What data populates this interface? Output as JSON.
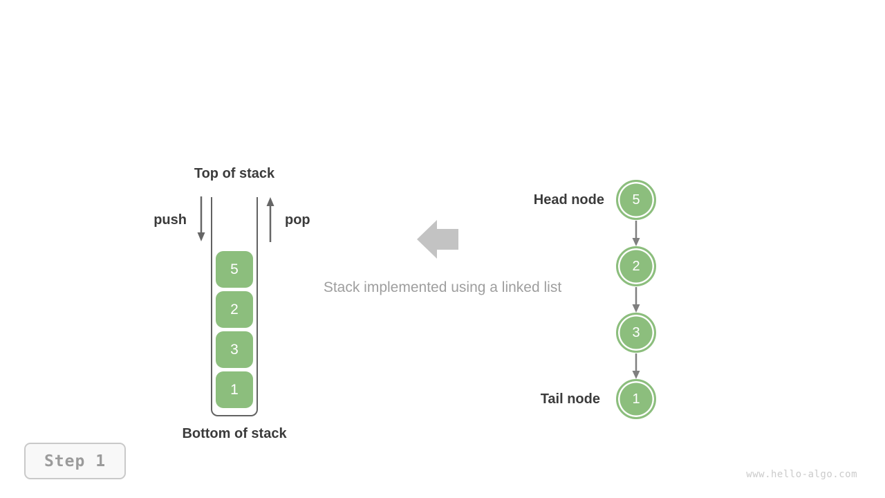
{
  "stack": {
    "top_label": "Top of stack",
    "bottom_label": "Bottom of stack",
    "push_label": "push",
    "pop_label": "pop",
    "values": [
      "5",
      "2",
      "3",
      "1"
    ]
  },
  "caption": "Stack implemented using a linked list",
  "linked_list": {
    "head_label": "Head node",
    "tail_label": "Tail node",
    "nodes": [
      "5",
      "2",
      "3",
      "1"
    ]
  },
  "footer": {
    "step_label": "Step 1",
    "watermark": "www.hello-algo.com"
  },
  "colors": {
    "node_green": "#8cbe7d",
    "label_dark": "#3b3b3b",
    "arrow_gray": "#666666",
    "link_arrow_gray": "#7f7f7f",
    "big_arrow_gray": "#c3c3c3",
    "caption_gray": "#9e9e9e",
    "badge_text_gray": "#9b9b9b",
    "badge_border_gray": "#c9c9c9",
    "watermark_gray": "#cbcbcb",
    "container_outline": "#616161"
  }
}
